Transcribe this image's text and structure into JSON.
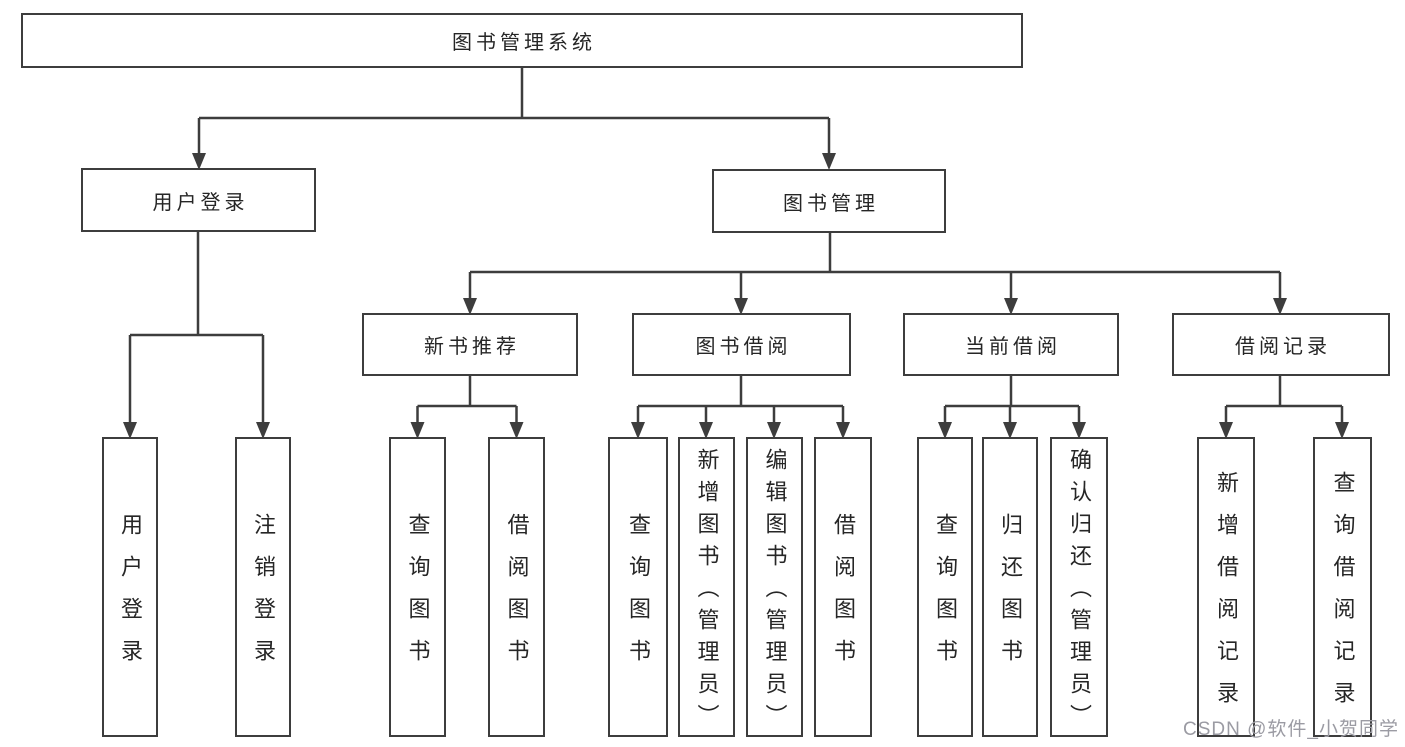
{
  "tree": {
    "label": "图书管理系统",
    "children": [
      {
        "label": "用户登录",
        "children": [
          {
            "label": "用户登录"
          },
          {
            "label": "注销登录"
          }
        ]
      },
      {
        "label": "图书管理",
        "children": [
          {
            "label": "新书推荐",
            "children": [
              {
                "label": "查询图书"
              },
              {
                "label": "借阅图书"
              }
            ]
          },
          {
            "label": "图书借阅",
            "children": [
              {
                "label": "查询图书"
              },
              {
                "label": "新增图书（管理员）"
              },
              {
                "label": "编辑图书（管理员）"
              },
              {
                "label": "借阅图书"
              }
            ]
          },
          {
            "label": "当前借阅",
            "children": [
              {
                "label": "查询图书"
              },
              {
                "label": "归还图书"
              },
              {
                "label": "确认归还（管理员）"
              }
            ]
          },
          {
            "label": "借阅记录",
            "children": [
              {
                "label": "新增借阅记录"
              },
              {
                "label": "查询借阅记录"
              }
            ]
          }
        ]
      }
    ]
  },
  "watermark": {
    "text": "CSDN @软件_小贺同学"
  },
  "colors": {
    "line": "#3d3d3d",
    "node_border": "#3d3d3d",
    "node_text": "#262626",
    "watermark_text": "#9b9ba3",
    "background": "#ffffff"
  }
}
